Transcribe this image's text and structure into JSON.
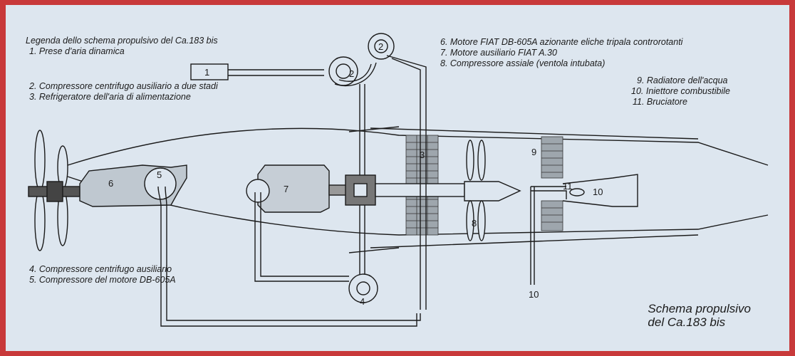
{
  "legend": {
    "title": "Legenda dello schema propulsivo del Ca.183 bis",
    "items": {
      "i1": "1. Prese d'aria dinamica",
      "i2": "2. Compressore centrifugo ausiliario a due stadi",
      "i3": "3. Refrigeratore dell'aria di alimentazione",
      "i4": "4. Compressore centrifugo ausiliario",
      "i5": "5. Compressore del motore DB-605A",
      "i6": "6. Motore FIAT DB-605A azionante eliche tripala controrotanti",
      "i7": "7. Motore ausiliario FIAT A.30",
      "i8": "8. Compressore assiale (ventola intubata)",
      "i9": "9. Radiatore dell'acqua",
      "i10": "10. Iniettore combustibile",
      "i11": "11. Bruciatore"
    }
  },
  "labels": {
    "n1": "1",
    "n2a": "2",
    "n2b": "2",
    "n3": "3",
    "n4": "4",
    "n5": "5",
    "n6": "6",
    "n7": "7",
    "n8": "8",
    "n9": "9",
    "n10a": "10",
    "n10b": "10",
    "n11": "11"
  },
  "caption": {
    "line1": "Schema propulsivo",
    "line2": "del Ca.183 bis"
  },
  "colors": {
    "border": "#c8393a",
    "background": "#dde6ef",
    "ink": "#1a1a1a"
  }
}
